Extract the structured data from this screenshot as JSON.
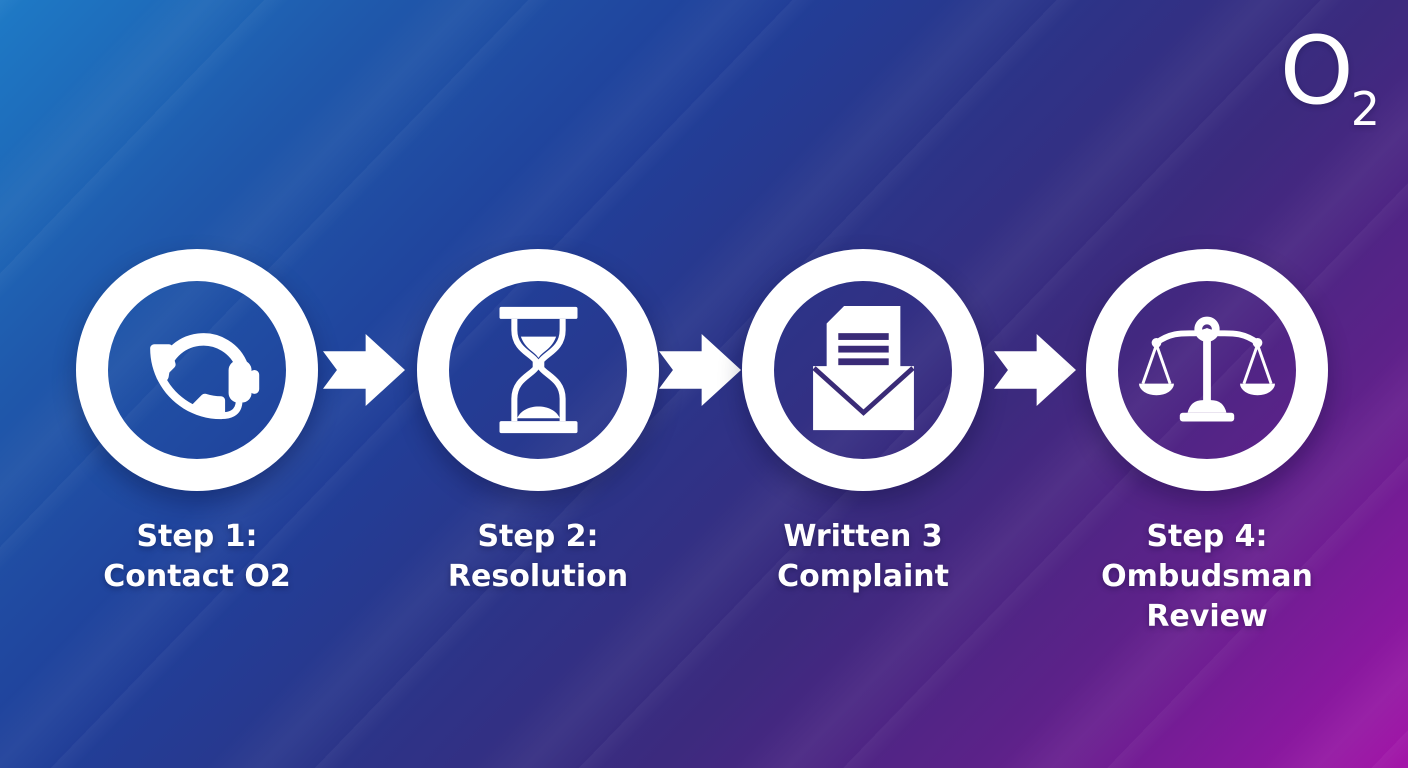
{
  "brand": {
    "logo_text": "O",
    "logo_subscript": "2"
  },
  "steps": [
    {
      "icon": "headset-icon",
      "label_line1": "Step 1:",
      "label_line2": "Contact O2"
    },
    {
      "icon": "hourglass-icon",
      "label_line1": "Step 2:",
      "label_line2": "Resolution"
    },
    {
      "icon": "open-envelope-letter-icon",
      "label_line1": "Written 3",
      "label_line2": "Complaint"
    },
    {
      "icon": "scales-of-justice-icon",
      "label_line1": "Step 4:",
      "label_line2": "Ombudsman Review"
    }
  ],
  "colors": {
    "icon_white": "#ffffff",
    "text_white": "#ffffff",
    "ring_white": "#ffffff",
    "arrow_white": "#ffffff",
    "letter_line_dark": "#3a2b77",
    "gradient_stops": [
      "#1e7ac6",
      "#1f58ab",
      "#20409a",
      "#2c3488",
      "#3c2a7e",
      "#5c2289",
      "#85199d",
      "#a416a9"
    ]
  }
}
